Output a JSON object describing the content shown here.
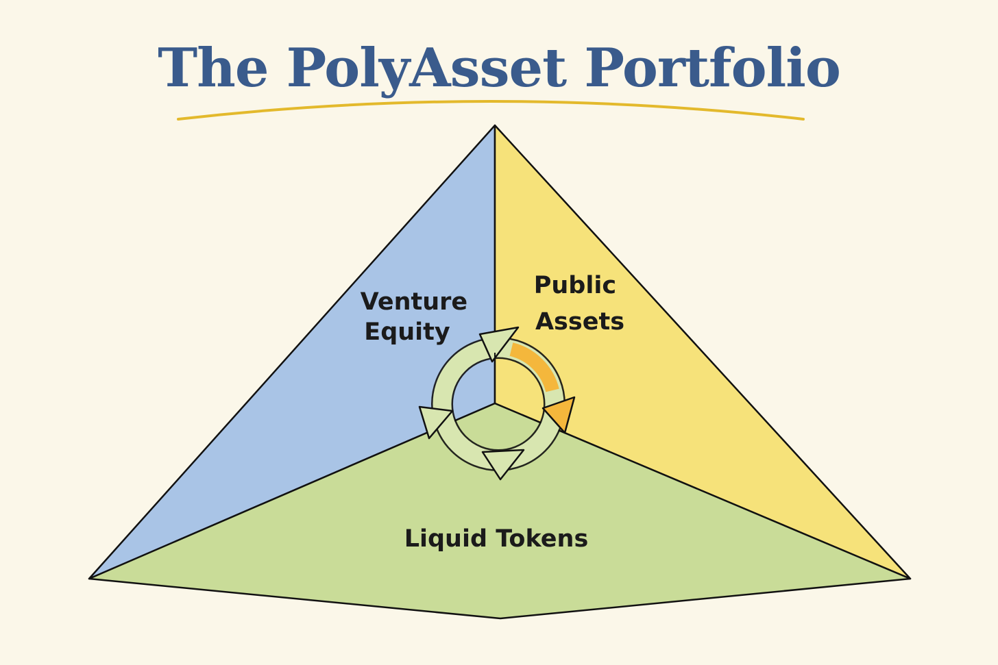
{
  "title": "The PolyAsset Portfolio",
  "colors": {
    "title": "#3a5b8c",
    "underline": "#e3b92c",
    "venture_equity": "#a9c4e6",
    "public_assets": "#f6e27a",
    "liquid_tokens": "#c9dc98",
    "cycle_arrows": "#d8e6b0",
    "cycle_highlight": "#f4b73c",
    "outline": "#111111"
  },
  "segments": {
    "venture_equity": {
      "line1": "Venture",
      "line2": "Equity"
    },
    "public_assets": {
      "line1": "Public",
      "line2": "Assets"
    },
    "liquid_tokens": {
      "label": "Liquid Tokens"
    }
  },
  "center_icon": "cycle-arrows-icon"
}
